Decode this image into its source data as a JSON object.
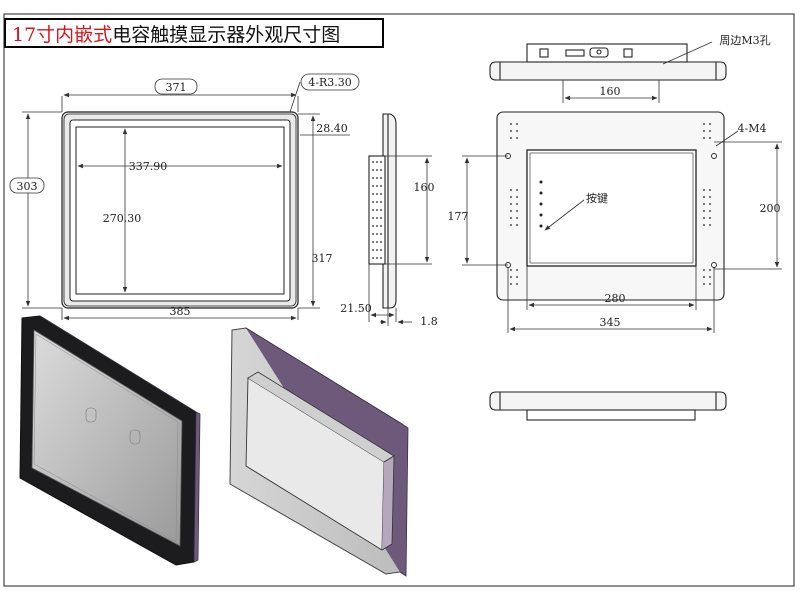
{
  "title": {
    "red": "17寸内嵌式",
    "black": "电容触摸显示器外观尺寸图"
  },
  "front_view": {
    "outer_width": "385",
    "outer_height": "317",
    "cutout_width": "371",
    "cutout_height": "303",
    "display_width": "337.90",
    "display_height": "270.30",
    "corner_radius": "4-R3.30",
    "bezel_offset": "28.40"
  },
  "side_view": {
    "depth": "21.50",
    "panel_thickness": "1.8",
    "bracket_height": "160"
  },
  "top_view": {
    "hole_label": "周边M3孔",
    "hole_spacing": "160"
  },
  "back_view": {
    "mount_label": "4-M4",
    "button_label": "按键",
    "vesa_width": "280",
    "vesa_height": "177",
    "hole_width": "345",
    "hole_height": "200"
  },
  "colors": {
    "title_red": "#d8141b",
    "line": "#222222",
    "dim": "#444444",
    "bezel": "#1c1c1e",
    "frame": "#e4e4e4",
    "accent_purple": "#6d5a7a"
  }
}
